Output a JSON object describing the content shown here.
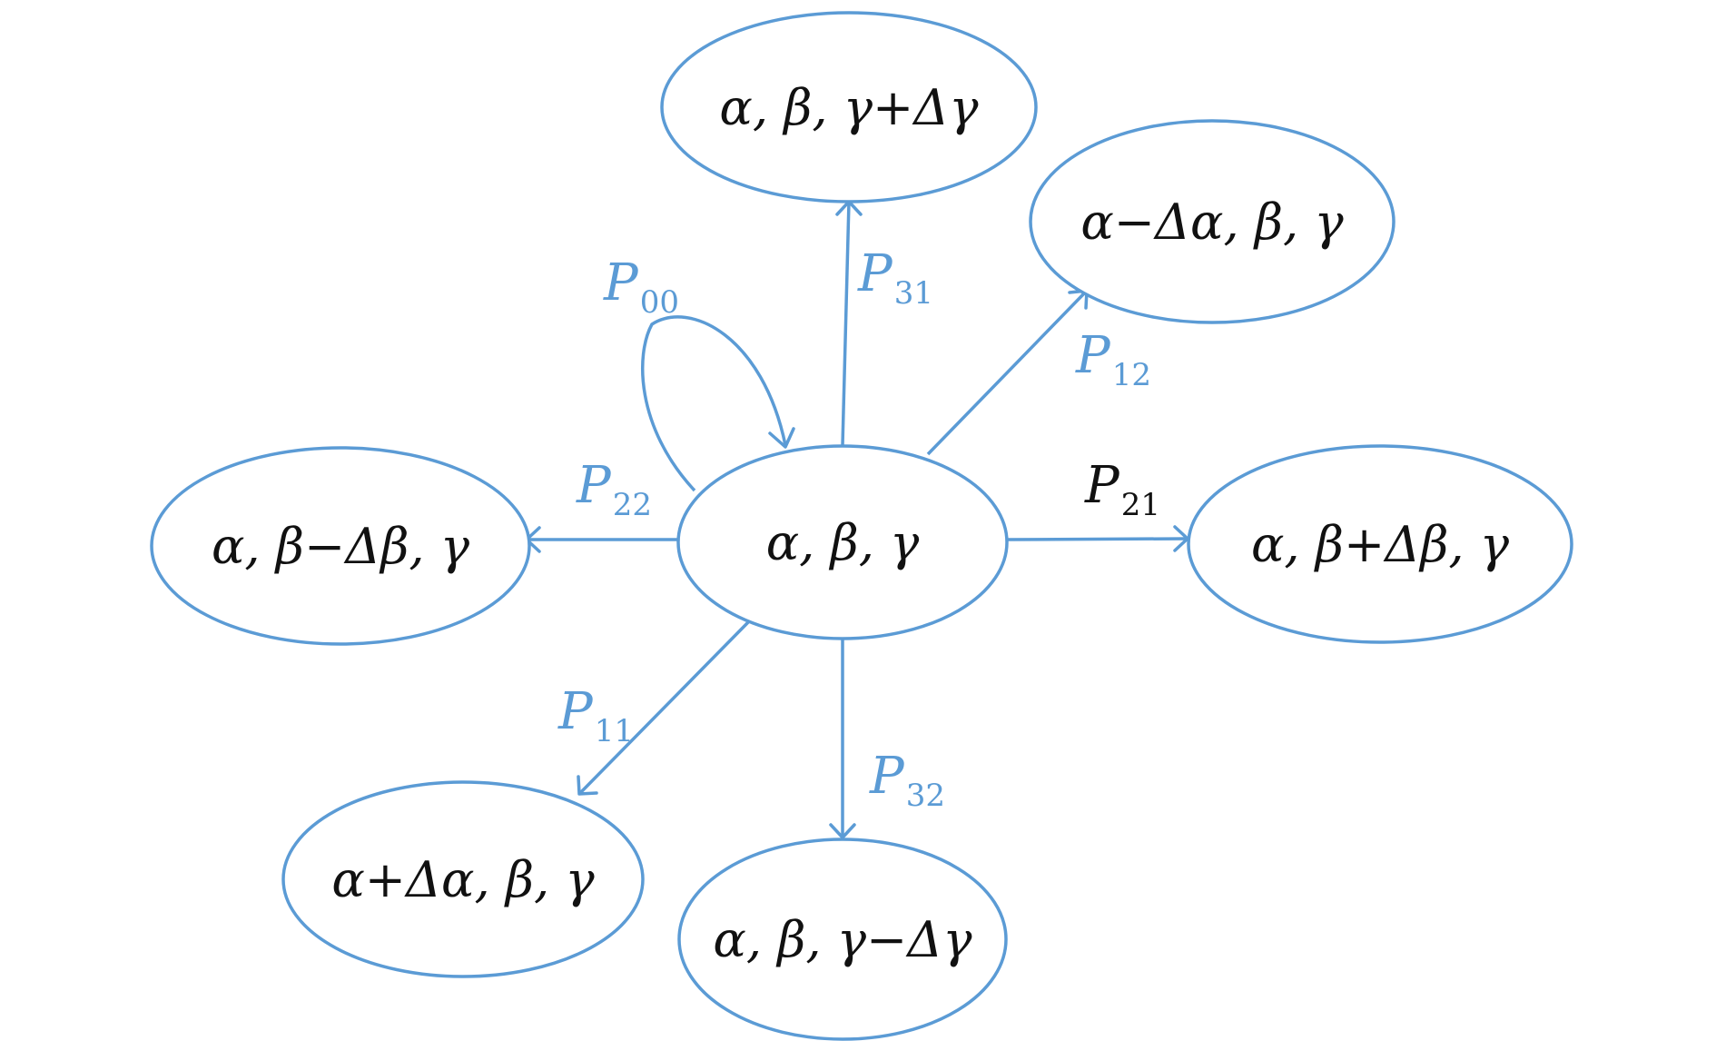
{
  "colors": {
    "stroke": "#5b9bd5",
    "label_blue": "#5b9bd5",
    "label_black": "#111111"
  },
  "nodes": {
    "center": {
      "label": "α, β, γ"
    },
    "top": {
      "label": "α, β, γ+Δγ"
    },
    "upper_right": {
      "label": "α−Δα, β, γ"
    },
    "left": {
      "label": "α, β−Δβ, γ"
    },
    "right": {
      "label": "α, β+Δβ, γ"
    },
    "lower_left": {
      "label": "α+Δα, β, γ"
    },
    "bottom": {
      "label": "α, β, γ−Δγ"
    }
  },
  "edges": {
    "p00": {
      "symbol": "P",
      "sub": "00",
      "color": "#5b9bd5"
    },
    "p31": {
      "symbol": "P",
      "sub": "31",
      "color": "#5b9bd5"
    },
    "p12": {
      "symbol": "P",
      "sub": "12",
      "color": "#5b9bd5"
    },
    "p22": {
      "symbol": "P",
      "sub": "22",
      "color": "#5b9bd5"
    },
    "p21": {
      "symbol": "P",
      "sub": "21",
      "color": "#111111"
    },
    "p11": {
      "symbol": "P",
      "sub": "11",
      "color": "#5b9bd5"
    },
    "p32": {
      "symbol": "P",
      "sub": "32",
      "color": "#5b9bd5"
    }
  }
}
